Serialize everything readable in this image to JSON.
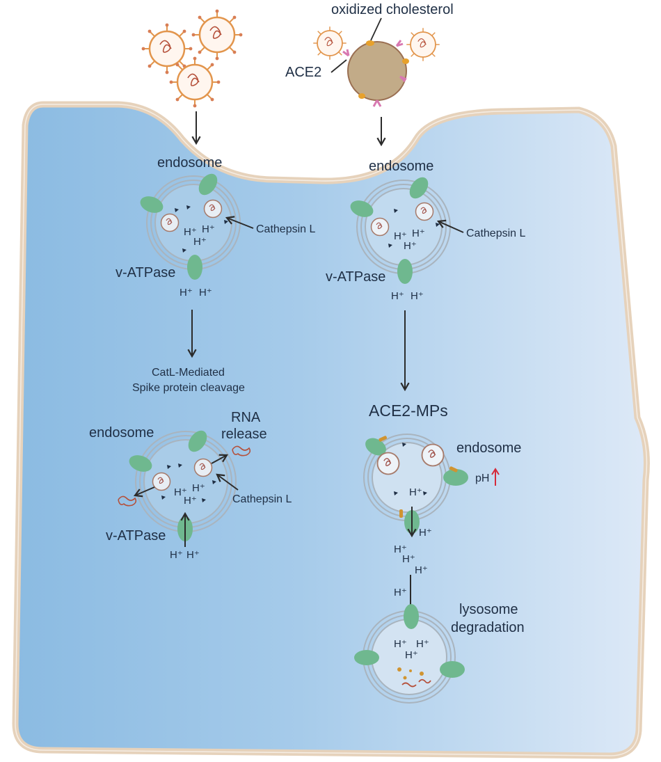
{
  "labels": {
    "oxidized_cholesterol": "oxidized cholesterol",
    "ace2": "ACE2",
    "endosome": "endosome",
    "cathepsin_l": "Cathepsin L",
    "v_atpase": "v-ATPase",
    "catl_line1": "CatL-Mediated",
    "catl_line2": "Spike protein cleavage",
    "rna_line1": "RNA",
    "rna_line2": "release",
    "ace2_mps": "ACE2-MPs",
    "ph": "pH",
    "lysosome_line1": "lysosome",
    "lysosome_line2": "degradation",
    "proton": "H⁺"
  },
  "colors": {
    "cytoplasm_left": "#8fbde3",
    "cytoplasm_right": "#dde9f7",
    "membrane": "#e9d6bf",
    "membrane_edge": "#c8a98a",
    "v_atpase": "#6fb88f",
    "virus_envelope": "#e2954c",
    "microparticle": "#c2ab88",
    "cholesterol": "#e7a12c",
    "ace2": "#d879b1",
    "ph_up_arrow": "#d42a3a"
  }
}
